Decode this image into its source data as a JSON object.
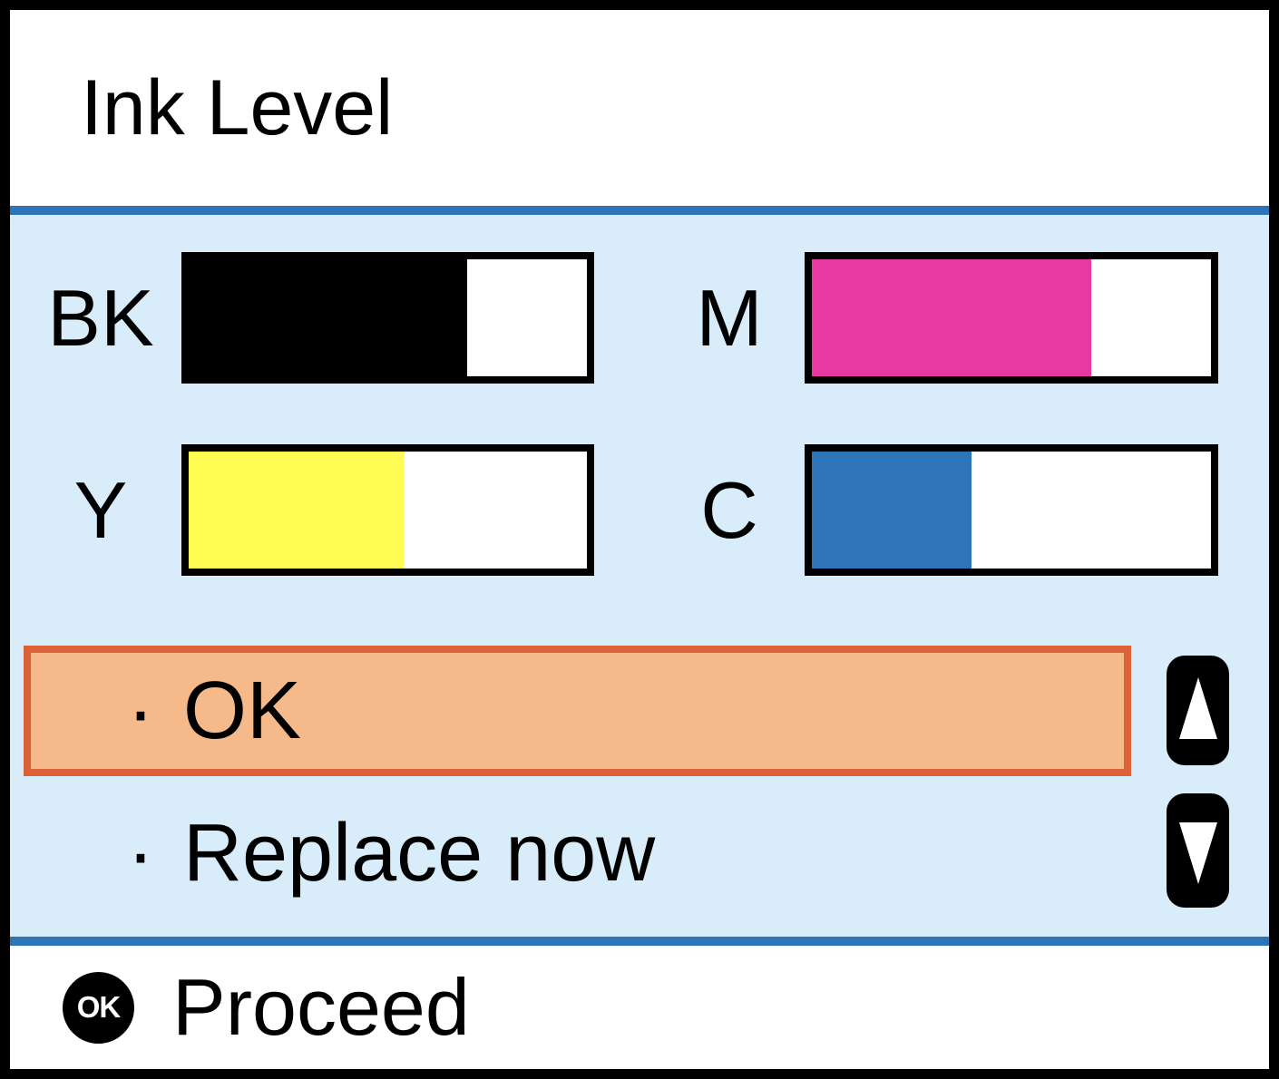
{
  "screen": {
    "title": "Ink Level"
  },
  "inks": [
    {
      "label": "BK",
      "percent": 70,
      "color": "#000000"
    },
    {
      "label": "M",
      "percent": 70,
      "color": "#E7399F"
    },
    {
      "label": "Y",
      "percent": 54,
      "color": "#FFFC54"
    },
    {
      "label": "C",
      "percent": 40,
      "color": "#2E74B8"
    }
  ],
  "menu": {
    "bullet": "·",
    "items": [
      {
        "label": "OK",
        "selected": true
      },
      {
        "label": "Replace now",
        "selected": false
      }
    ]
  },
  "scroll": {
    "up_icon": "arrow-up",
    "down_icon": "arrow-down"
  },
  "footer": {
    "ok_badge": "OK",
    "action": "Proceed"
  },
  "colors": {
    "panel-blue": "#D8ECFA",
    "divider-blue": "#2E74B8",
    "highlight-fill": "#F6B98A",
    "highlight-border": "#DD6136"
  }
}
